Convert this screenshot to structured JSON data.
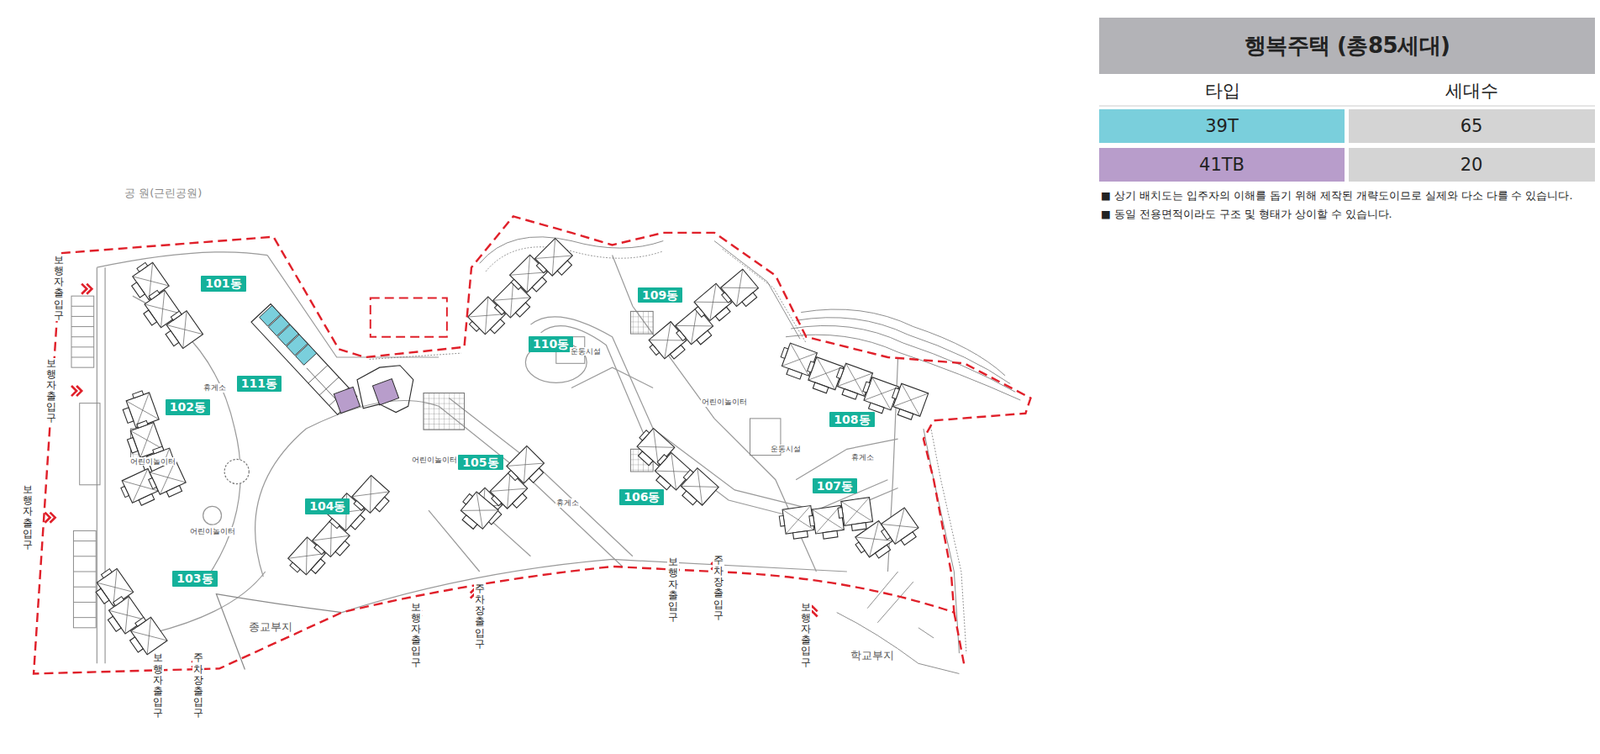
{
  "diagram": {
    "title": "행복주택 (총85세대)",
    "nodes": [
      {
        "text": [
          "101동"
        ]
      },
      {
        "text": [
          "102동"
        ]
      },
      {
        "text": [
          "103동"
        ]
      },
      {
        "text": [
          "104동"
        ]
      },
      {
        "text": [
          "105동"
        ]
      },
      {
        "text": [
          "106동"
        ]
      },
      {
        "text": [
          "107동"
        ]
      },
      {
        "text": [
          "108동"
        ]
      },
      {
        "text": [
          "109동"
        ]
      },
      {
        "text": [
          "110동"
        ]
      },
      {
        "text": [
          "111동"
        ]
      }
    ],
    "labels": [
      "공 원(근린공원)",
      "보행자 출입구",
      "보행자 출입구",
      "보행자 출입구",
      "보행자 출입구",
      "주차장 출입구",
      "보행자 출입구",
      "주차장 출입구",
      "보행자 출입구",
      "주차장 출입구",
      "보행자 출입구",
      "종교부지",
      "학교부지",
      "휴게소",
      "어린이놀이터",
      "어린이놀이터",
      "어린이놀이터",
      "휴게소",
      "운동시설",
      "어린이놀이터",
      "운동시설",
      "휴게소",
      "타입",
      "세대수",
      "65",
      "20",
      "■ 상기 배치도는 입주자의 이해를 돕기 위해 제작된 개략도이므로 실제와 다소 다를 수 있습니다.",
      "■ 동일 전용면적이라도 구조 및 형태가 상이할 수 있습니다."
    ],
    "legend": [
      {
        "text": "39T",
        "color": "#7acfdc"
      },
      {
        "text": "41TB",
        "color": "#b89dcb"
      }
    ]
  }
}
